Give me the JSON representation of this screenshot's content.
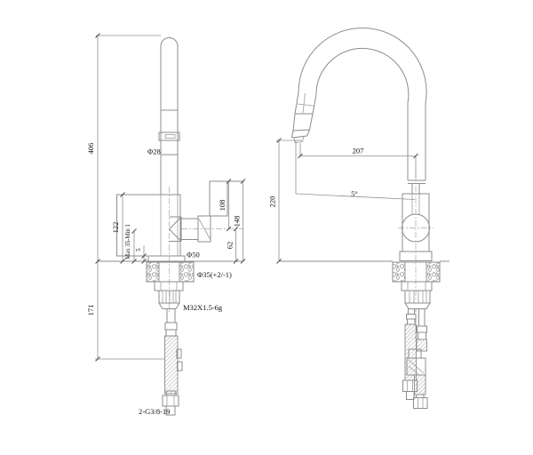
{
  "drawing": {
    "kind": "faucet two-view dimensional technical drawing",
    "colors": {
      "background": "#ffffff",
      "line": "#8c8c8c",
      "text": "#141414"
    }
  },
  "front": {
    "total_height": "406",
    "spout_diameter": "Φ28",
    "body_to_deck": "122",
    "clamp_range": "Max 35-Min 1",
    "flange_thickness": "5",
    "base_diameter": "Φ50",
    "hole_diameter": "Φ35(+2/-1)",
    "handle_to_outlet_axis": "108",
    "handle_to_deck": "148",
    "outlet_axis_to_deck": "62",
    "under_counter_length": "171",
    "shank_thread": "M32X1.5-6g",
    "hose_thread": "2-G3/8-19"
  },
  "side": {
    "spout_reach": "207",
    "spray_angle": "5°",
    "outlet_height": "220"
  }
}
